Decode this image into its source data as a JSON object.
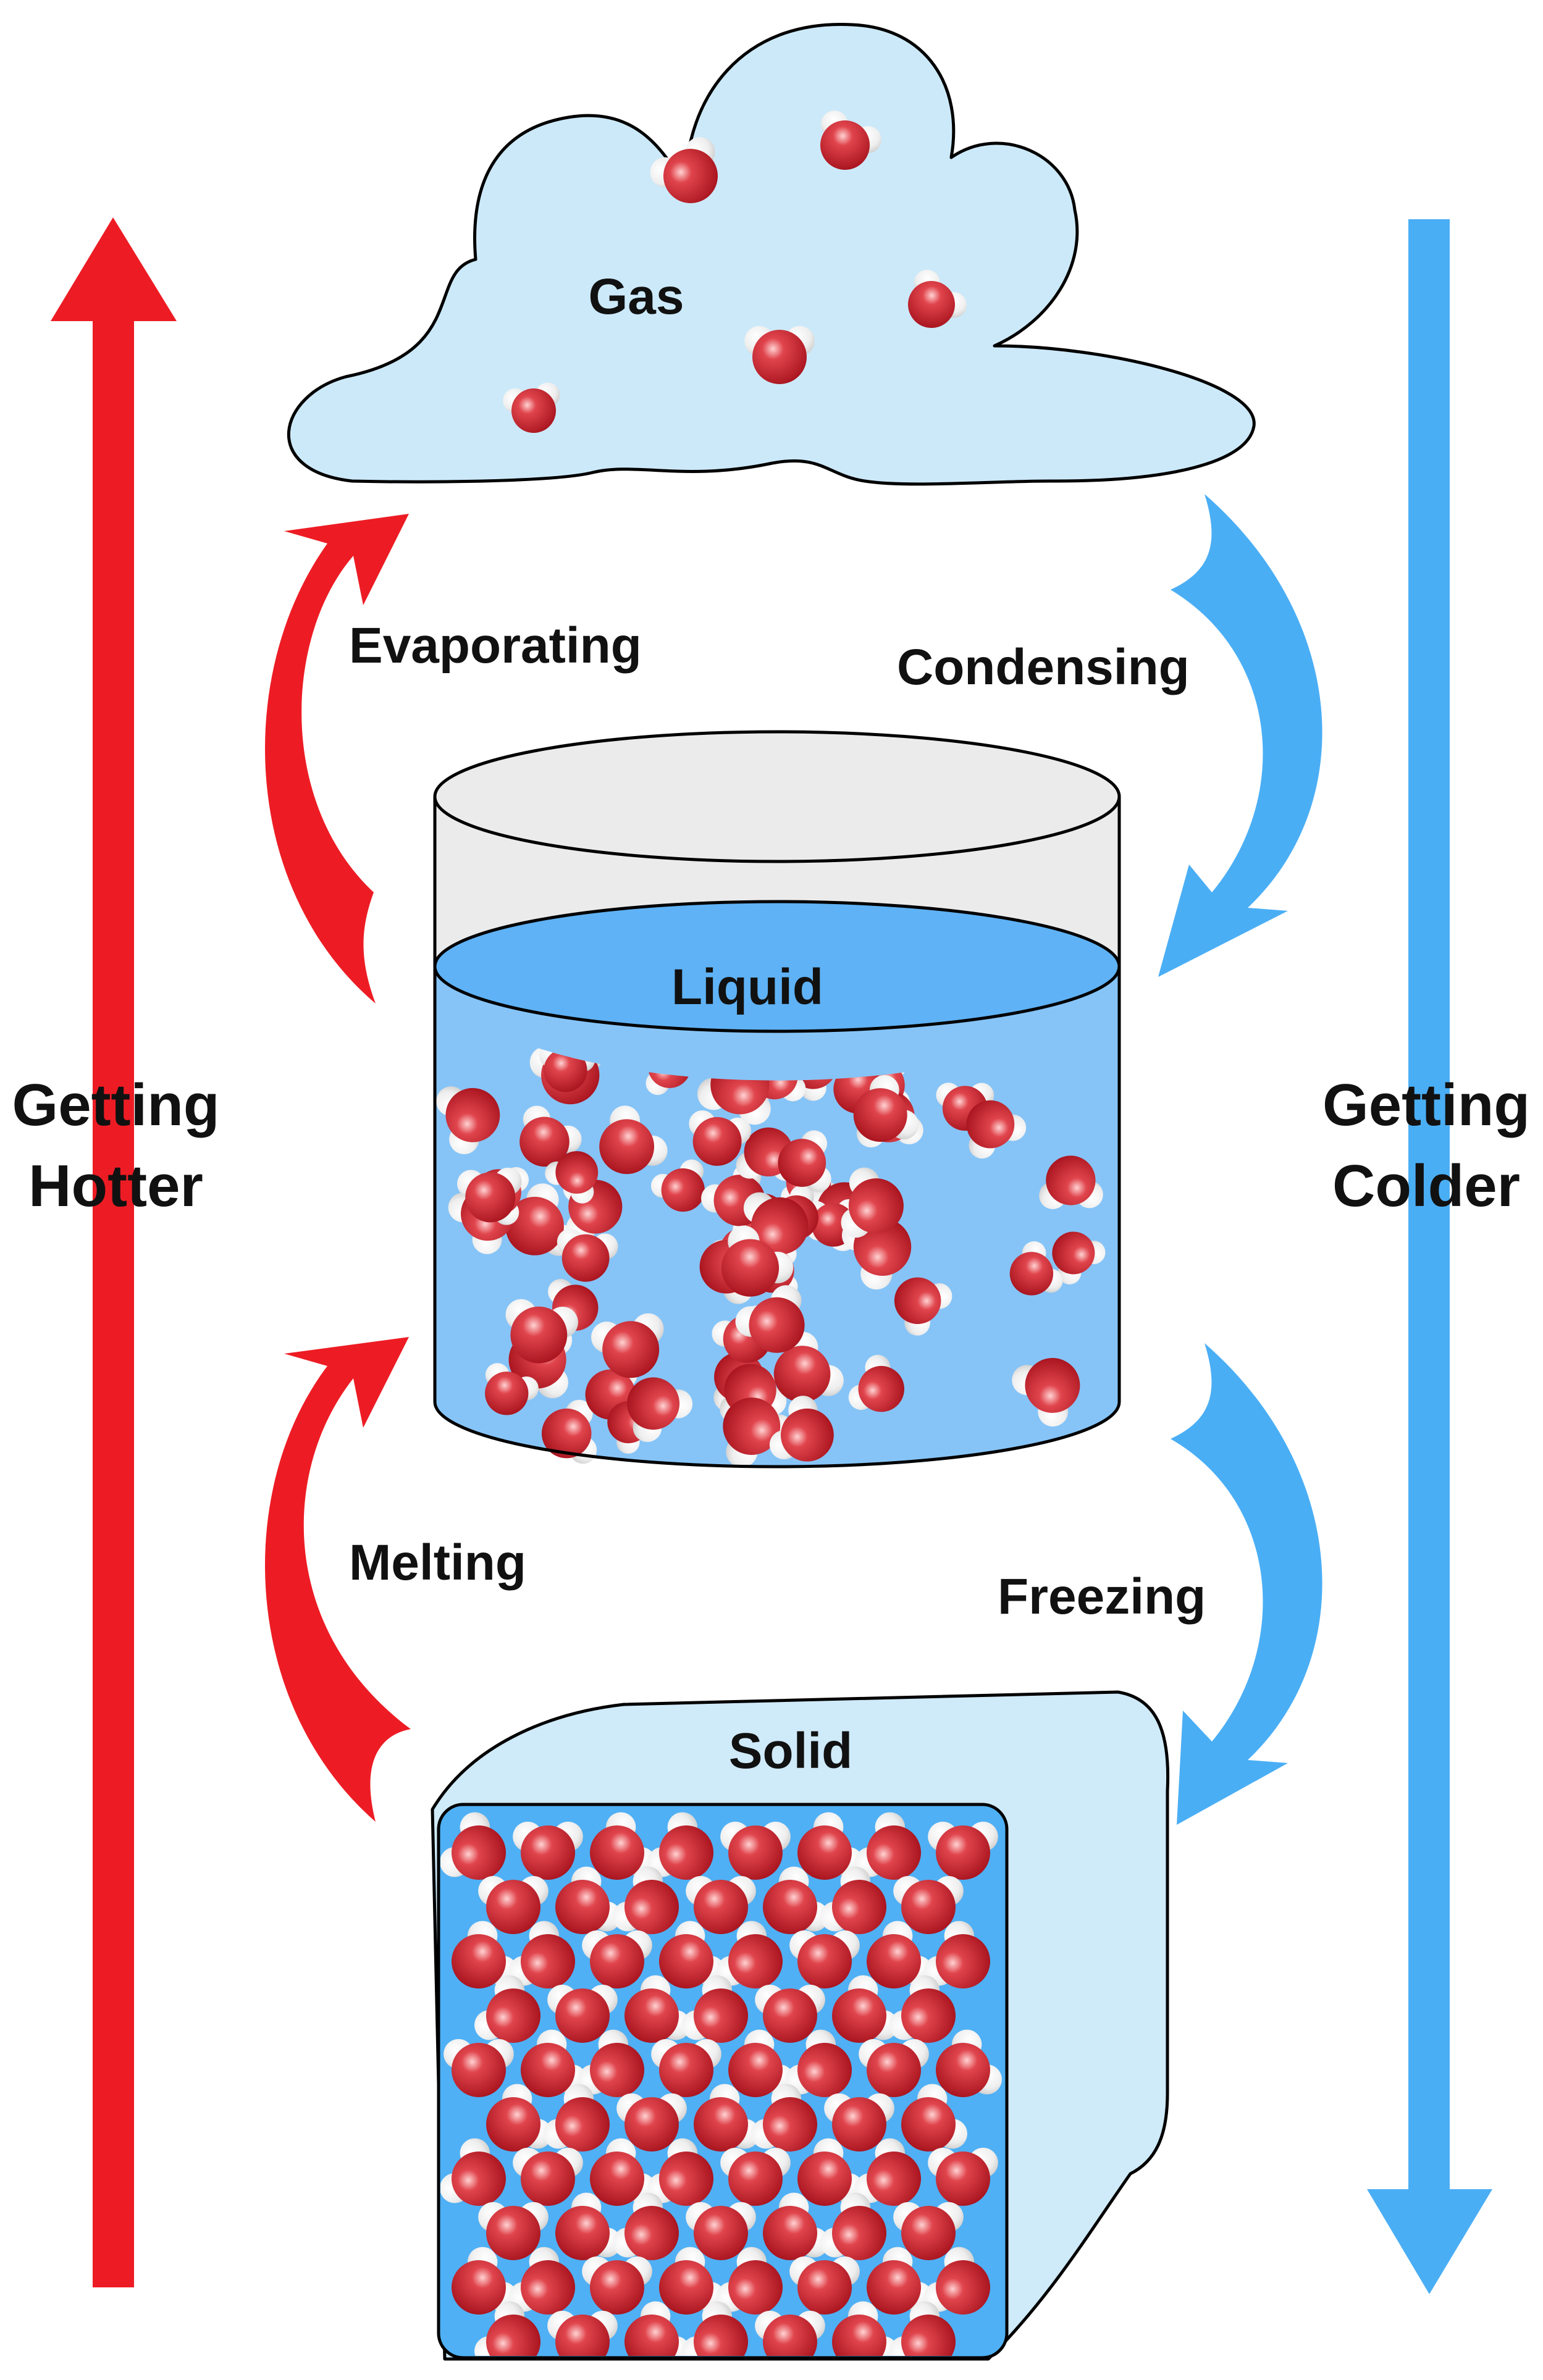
{
  "states": {
    "gas": "Gas",
    "liquid": "Liquid",
    "solid": "Solid"
  },
  "processes": {
    "evaporating": "Evaporating",
    "condensing": "Condensing",
    "melting": "Melting",
    "freezing": "Freezing"
  },
  "sides": {
    "hotter_line1": "Getting",
    "hotter_line2": "Hotter",
    "colder_line1": "Getting",
    "colder_line2": "Colder"
  },
  "colors": {
    "hot": "#ed1c24",
    "cold": "#4aaef5",
    "gas_cloud": "#cce9f9",
    "liquid": "#86c4f7",
    "solid_face": "#4fb0f5",
    "solid_side": "#cfeaf9",
    "glass_top": "#ebebeb",
    "molecule_o": "#c01f2b",
    "molecule_h": "#f2f2f2"
  }
}
